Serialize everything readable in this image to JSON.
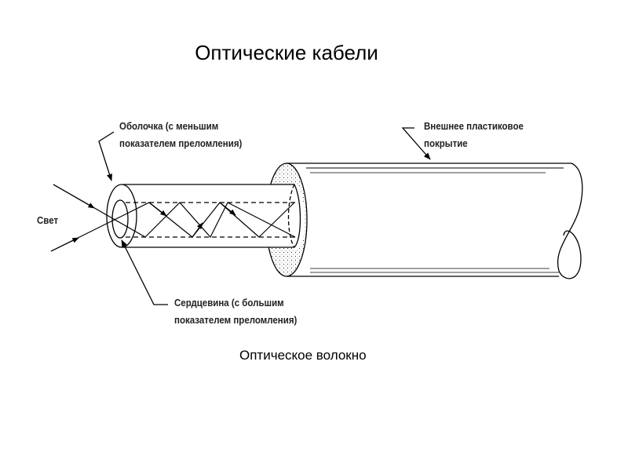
{
  "title": "Оптические кабели",
  "subtitle": "Оптическое волокно",
  "labels": {
    "cladding": [
      "Оболочка (с меньшим",
      "показателем преломления)"
    ],
    "jacket": [
      "Внешнее пластиковое",
      "покрытие"
    ],
    "light": "Свет",
    "core": [
      "Сердцевина (с большим",
      "показателем преломления)"
    ]
  }
}
